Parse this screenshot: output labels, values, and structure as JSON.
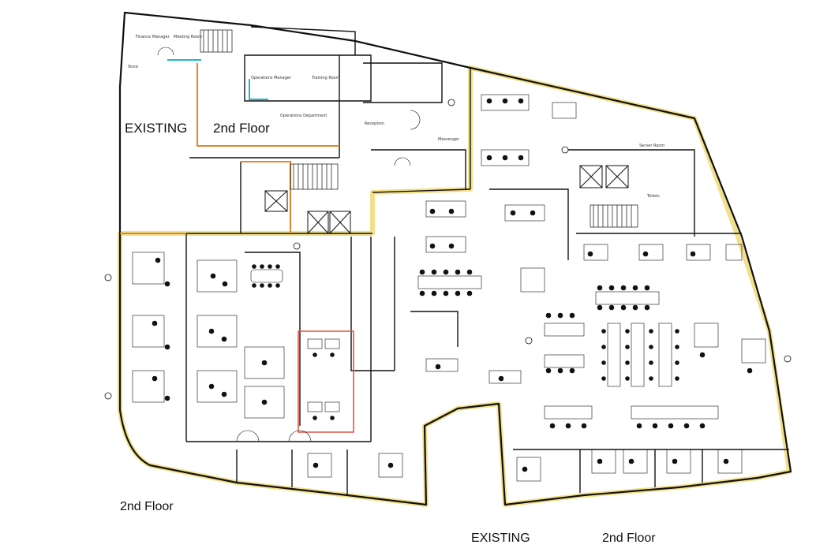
{
  "labels": {
    "existing_top": "EXISTING",
    "floor_top": "2nd Floor",
    "floor_bottom_left": "2nd Floor",
    "existing_bottom": "EXISTING",
    "floor_bottom_right": "2nd Floor"
  },
  "rooms": {
    "finance_manager": "Finance Manager",
    "meeting_room": "Meeting Room",
    "operations_manager": "Operations Manager",
    "training_room": "Training Room",
    "operations_department": "Operations Department",
    "reception": "Reception",
    "messenger": "Messenger",
    "server_room": "Server Room",
    "store": "Store",
    "toilets": "Toilets"
  },
  "colors": {
    "wall": "#111111",
    "boundary_highlight": "#f2e08a",
    "orange_zone": "#e0862a",
    "cyan_zone": "#20b8c8",
    "red_zone": "#e05545"
  }
}
